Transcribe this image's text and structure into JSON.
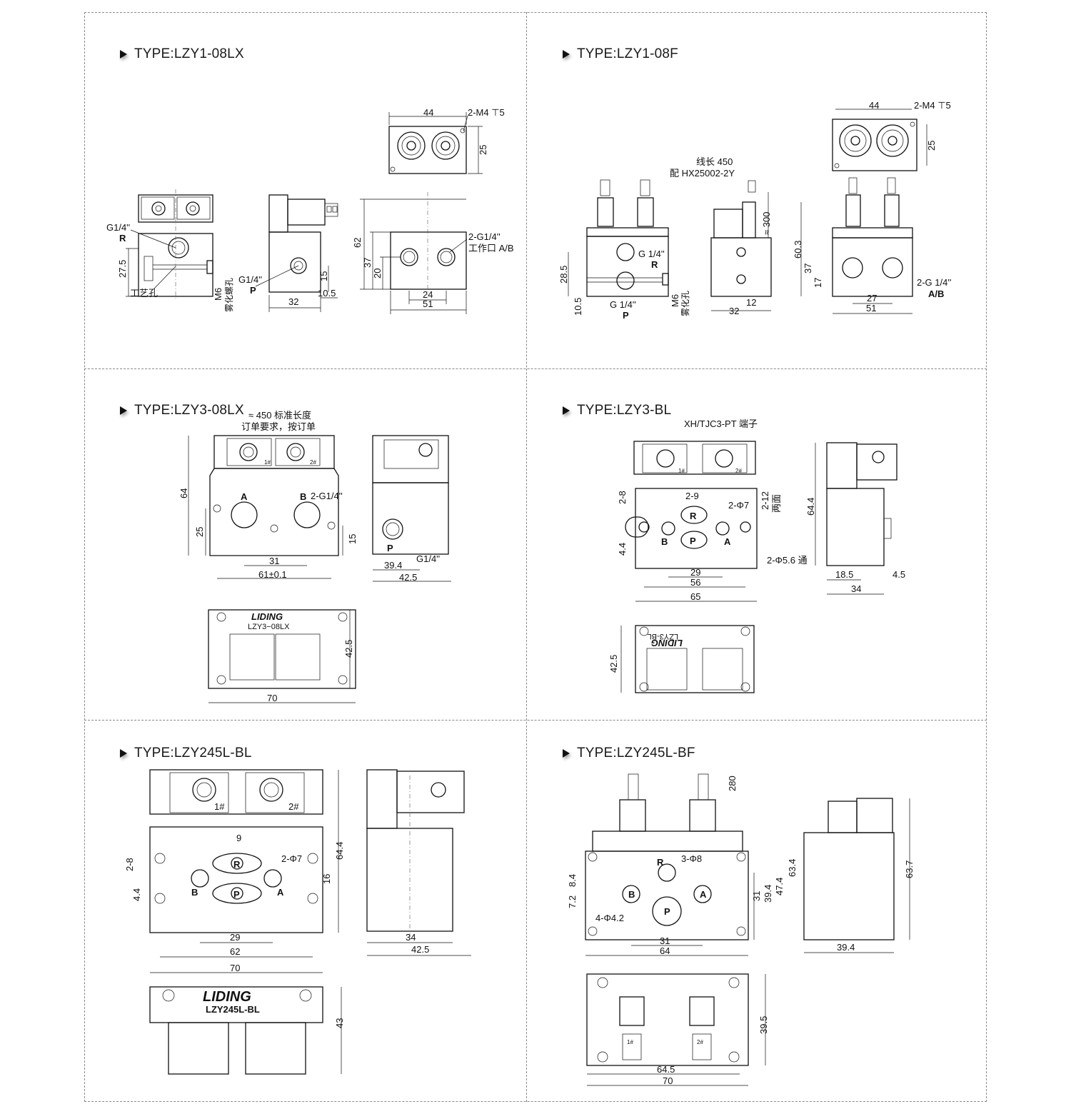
{
  "panels": [
    {
      "title": "TYPE:LZY1-08LX",
      "labels": {
        "dim_44": "44",
        "m4": "2-M4 ⊤5",
        "dim_25": "25",
        "g14_r": "G1/4''",
        "r": "R",
        "dim_27_5": "27.5",
        "process_hole": "工艺孔",
        "m6": "M6",
        "atomize": "雾化螺孔",
        "g14_p": "G1/4''",
        "p": "P",
        "dim_15": "15",
        "dim_10_5": "10.5",
        "dim_32": "32",
        "dim_62": "62",
        "dim_37": "37",
        "dim_20": "20",
        "g14_ab": "2-G1/4''",
        "port_ab": "工作口 A/B",
        "dim_24": "24",
        "dim_51": "51"
      }
    },
    {
      "title": "TYPE:LZY1-08F",
      "labels": {
        "dim_44": "44",
        "m4": "2-M4 ⊤5",
        "dim_25": "25",
        "wire_len": "线长 450",
        "connector": "配 HX25002-2Y",
        "g14_r": "G 1/4''",
        "r": "R",
        "dim_28_5": "28.5",
        "dim_10_5": "10.5",
        "g14_p": "G 1/4''",
        "p": "P",
        "m6": "M6",
        "atomize": "雾化孔",
        "dim_300": "≈ 300",
        "dim_32": "32",
        "dim_12": "12",
        "dim_60_3": "60.3",
        "dim_37": "37",
        "dim_17": "17",
        "g14_ab": "2-G 1/4''",
        "ab": "A/B",
        "dim_27": "27",
        "dim_51": "51"
      }
    },
    {
      "title": "TYPE:LZY3-08LX",
      "labels": {
        "std_len": "≈ 450 标准长度",
        "order": "订单要求，按订单",
        "dim_64": "64",
        "a": "A",
        "b": "B",
        "g14_ab": "2-G1/4''",
        "dim_25": "25",
        "dim_15": "15",
        "dim_31": "31",
        "dim_61": "61±0.1",
        "p": "P",
        "g14": "G1/4''",
        "dim_39_4": "39.4",
        "dim_42_5": "42.5",
        "brand": "LIDING",
        "model": "LZY3−08LX",
        "dim_42_5b": "42.5",
        "dim_70": "70",
        "coil1": "1#",
        "coil2": "2#"
      }
    },
    {
      "title": "TYPE:LZY3-BL",
      "labels": {
        "terminal": "XH/TJC3-PT 端子",
        "dim_2_8": "2-8",
        "dim_2_9": "2-9",
        "phi7": "2-Φ7",
        "dim_2_12": "2-12",
        "two_sides": "两面",
        "dim_64_4": "64.4",
        "r": "R",
        "p": "P",
        "a": "A",
        "b": "B",
        "dim_4_4": "4.4",
        "phi5_6": "2-Φ5.6 通",
        "dim_29": "29",
        "dim_56": "56",
        "dim_65": "65",
        "dim_18_5": "18.5",
        "dim_4_5": "4.5",
        "dim_34": "34",
        "dim_42_5": "42.5",
        "brand": "LIDING",
        "model": "LZY3-BL",
        "coil1": "1#",
        "coil2": "2#"
      }
    },
    {
      "title": "TYPE:LZY245L-BL",
      "labels": {
        "coil1": "1#",
        "coil2": "2#",
        "dim_9": "9",
        "dim_2_8": "2-8",
        "phi7": "2-Φ7",
        "r": "R",
        "p": "P",
        "a": "A",
        "b": "B",
        "dim_4_4": "4.4",
        "dim_64_4": "64.4",
        "dim_16": "16",
        "dim_29": "29",
        "dim_62": "62",
        "dim_70": "70",
        "dim_34": "34",
        "dim_42_5": "42.5",
        "brand": "LIDING",
        "model": "LZY245L-BL",
        "dim_43": "43"
      }
    },
    {
      "title": "TYPE:LZY245L-BF",
      "labels": {
        "dim_280": "280",
        "r": "R",
        "phi8": "3-Φ8",
        "a": "A",
        "b": "B",
        "p": "P",
        "dim_8_4": "8.4",
        "dim_7_2": "7.2",
        "phi4_2": "4-Φ4.2",
        "dim_31": "31",
        "dim_39_4": "39.4",
        "dim_47_4": "47.4",
        "dim_63_4": "63.4",
        "dim_31b": "31",
        "dim_64": "64",
        "dim_63_7": "63.7",
        "dim_39_4b": "39.4",
        "dim_39_5": "39.5",
        "dim_64_5": "64.5",
        "dim_70": "70",
        "coil1": "1#",
        "coil2": "2#"
      }
    }
  ]
}
